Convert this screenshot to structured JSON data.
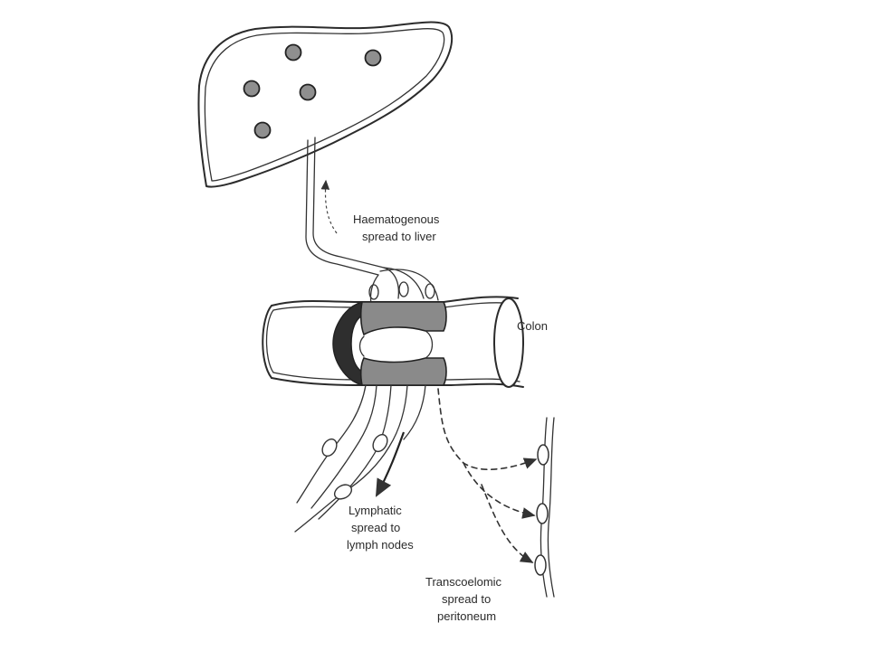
{
  "labels": {
    "haematogenous_line1": "Haematogenous",
    "haematogenous_line2": "spread to liver",
    "colon": "Colon",
    "lymphatic_line1": "Lymphatic",
    "lymphatic_line2": "spread to",
    "lymphatic_line3": "lymph nodes",
    "transcoelomic_line1": "Transcoelomic",
    "transcoelomic_line2": "spread to",
    "transcoelomic_line3": "peritoneum"
  },
  "colors": {
    "metastasis_fill": "#8f8f8f",
    "tumour_band": "#8a8a8a",
    "tumour_dark": "#2e2e2e",
    "line": "#2b2b2b"
  }
}
